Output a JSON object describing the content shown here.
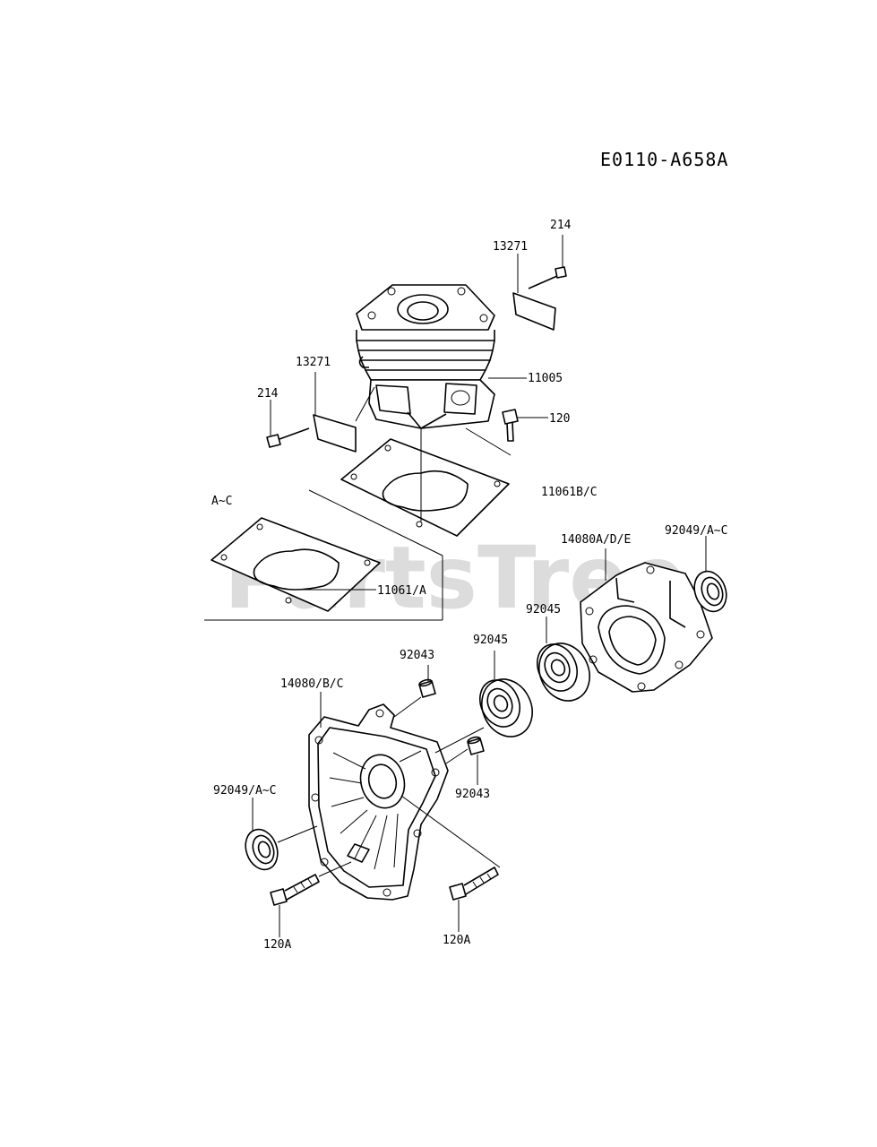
{
  "diagram_code": "E0110-A658A",
  "watermark": "PartsTree",
  "callouts": {
    "bolt_214_top": "214",
    "gasket_13271_top": "13271",
    "cylinder": "11005",
    "gasket_13271_left": "13271",
    "bolt_214_left": "214",
    "bolt_120": "120",
    "gasket_11061bc": "11061B/C",
    "variant_ac": "A~C",
    "gasket_11061a": "11061/A",
    "crankcase_14080ade": "14080A/D/E",
    "seal_92049_right": "92049/A~C",
    "bearing_92045_right": "92045",
    "bearing_92045_left": "92045",
    "pin_92043_top": "92043",
    "crankcase_14080bc": "14080/B/C",
    "pin_92043_bottom": "92043",
    "seal_92049_left": "92049/A~C",
    "bolt_120a_left": "120A",
    "bolt_120a_right": "120A"
  }
}
